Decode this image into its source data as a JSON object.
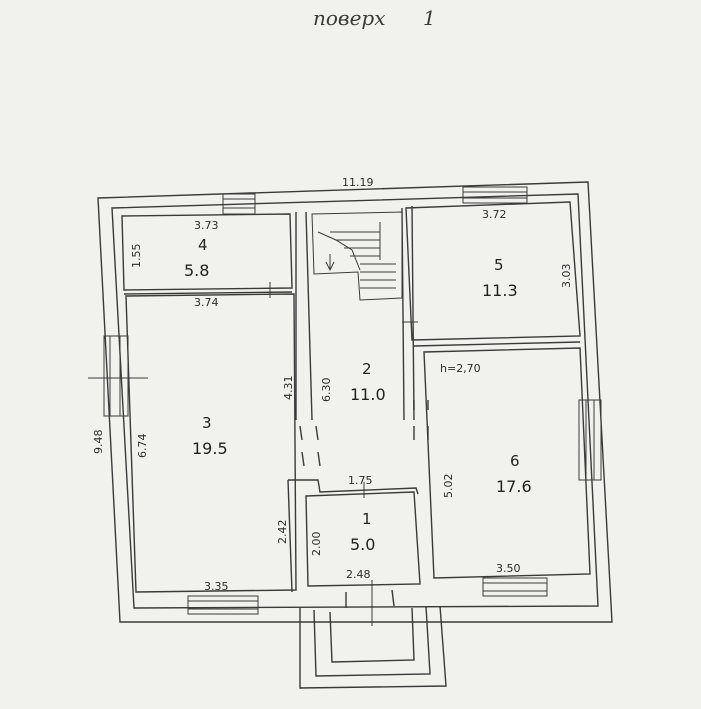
{
  "header": {
    "label": "поверх",
    "floor": "1"
  },
  "overall": {
    "width": "11.19",
    "height": "9.48"
  },
  "rooms": [
    {
      "num": "1",
      "area": "5.0"
    },
    {
      "num": "2",
      "area": "11.0"
    },
    {
      "num": "3",
      "area": "19.5"
    },
    {
      "num": "4",
      "area": "5.8"
    },
    {
      "num": "5",
      "area": "11.3"
    },
    {
      "num": "6",
      "area": "17.6"
    }
  ],
  "ceiling_height": "h=2,70",
  "dims": {
    "r4_top": "3.73",
    "r4_side": "1.55",
    "r3_top": "3.74",
    "r5_top": "3.72",
    "r5_side": "3.03",
    "r3_side": "6.74",
    "r3_bottom": "3.35",
    "r3_right": "4.31",
    "r2_side": "6.30",
    "r1_top": "1.75",
    "r1_side": "2.00",
    "r1_bottom": "2.48",
    "r1_outer": "2.42",
    "r6_side": "5.02",
    "r6_bottom": "3.50"
  }
}
